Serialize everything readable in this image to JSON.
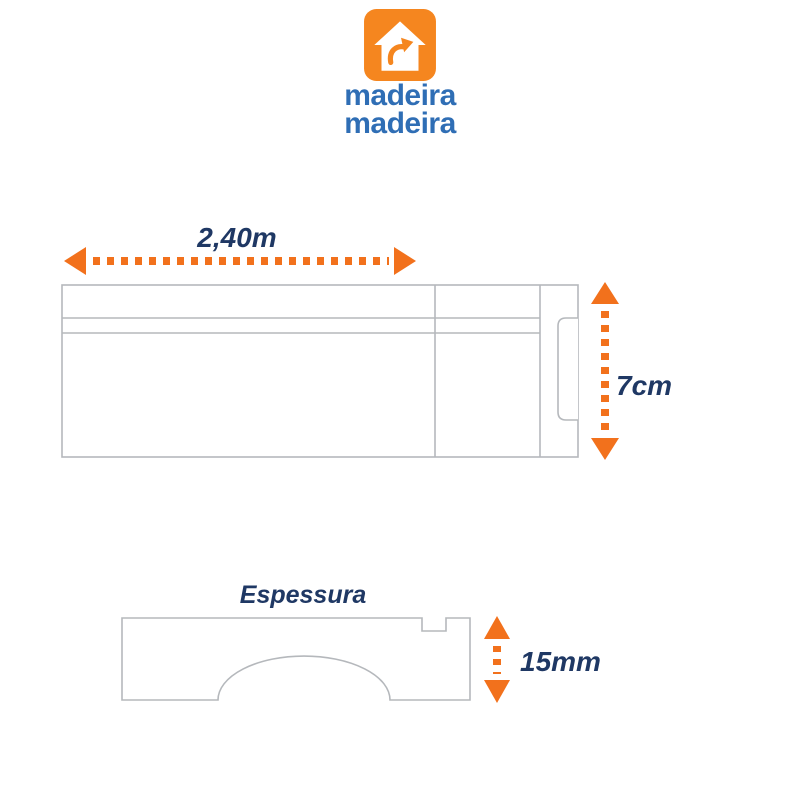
{
  "logo": {
    "icon": "madeira-house-icon",
    "line1": "madeira",
    "line2": "madeira"
  },
  "dimensions": {
    "length": "2,40m",
    "height": "7cm",
    "thickness_label": "Espessura",
    "thickness": "15mm"
  },
  "colors": {
    "accent_orange": "#F2711C",
    "logo_orange": "#F5861F",
    "brand_blue": "#2F6EB5",
    "dimension_blue": "#1F3864",
    "drawing_line_gray": "#B5B8BC"
  }
}
